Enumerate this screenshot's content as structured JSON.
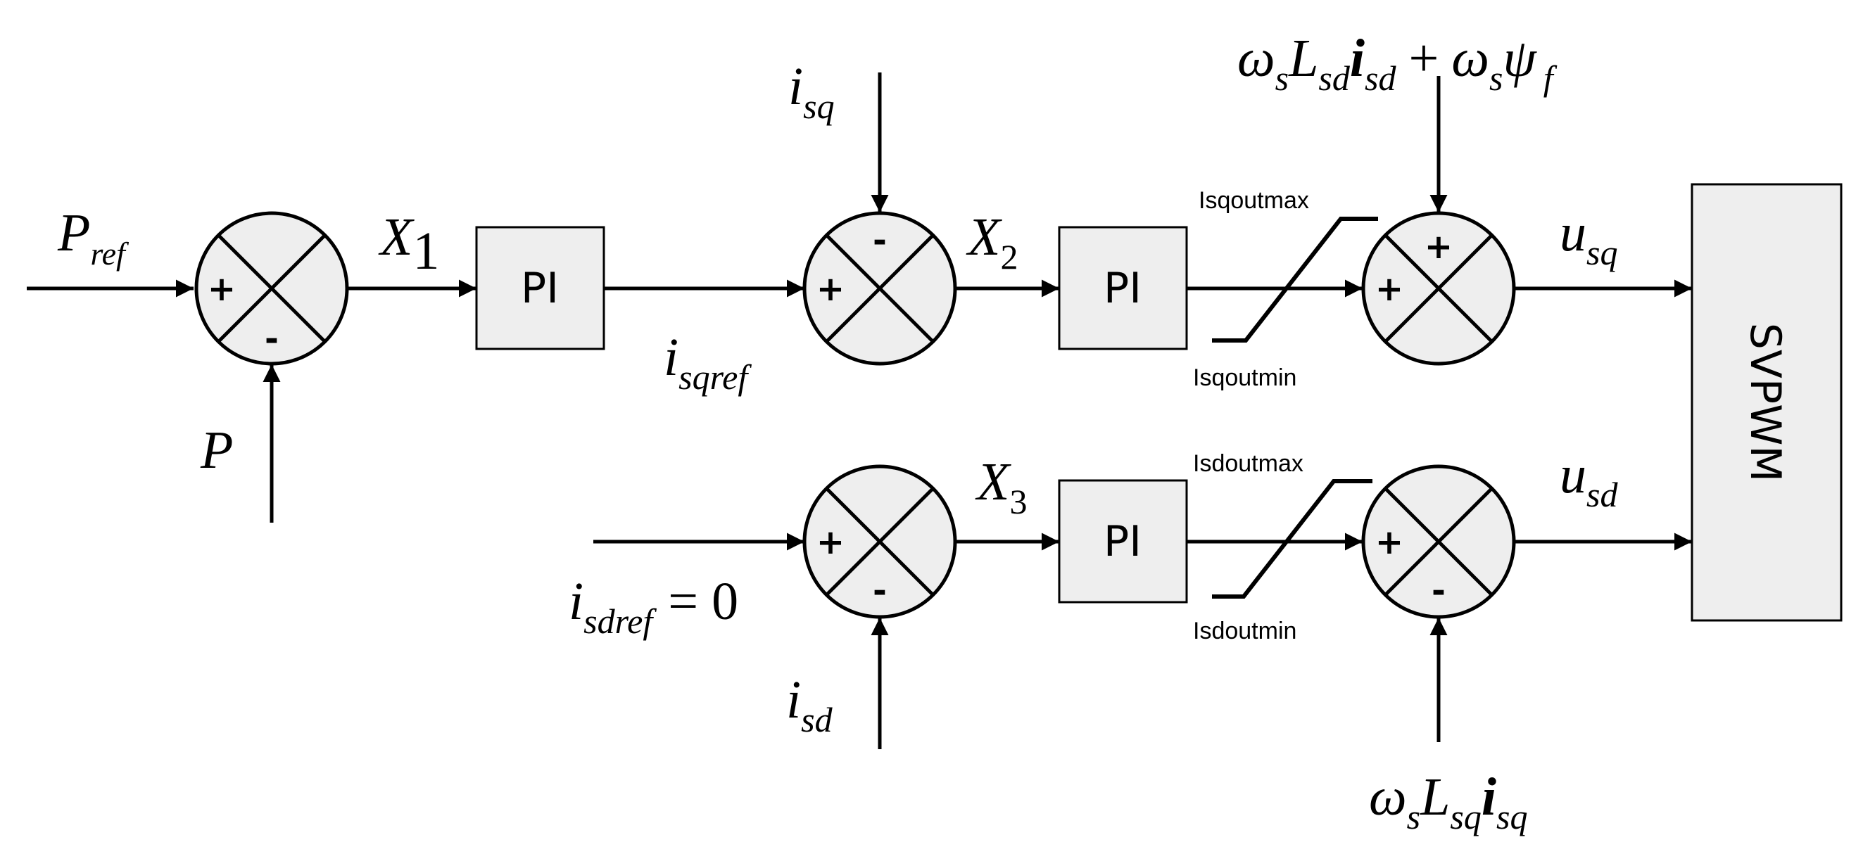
{
  "blocks": {
    "pi1": "PI",
    "pi2": "PI",
    "pi3": "PI",
    "svpwm": "SVPWM"
  },
  "signs": {
    "sum1_left": "+",
    "sum1_bottom": "-",
    "sum2_top": "-",
    "sum2_left": "+",
    "sum3_left": "+",
    "sum3_bottom": "-",
    "sum4_top": "+",
    "sum4_left": "+",
    "sum5_left": "+",
    "sum5_bottom": "-"
  },
  "saturation": {
    "q_max": "Isqoutmax",
    "q_min": "Isqoutmin",
    "d_max": "Isdoutmax",
    "d_min": "Isdoutmin"
  },
  "signals": {
    "p_ref": {
      "base": "P",
      "sub": "ref"
    },
    "p": "P",
    "x1": {
      "base": "X",
      "sub": "1"
    },
    "i_sqref": {
      "base": "i",
      "sub": "sqref"
    },
    "i_sq": {
      "base": "i",
      "sub": "sq"
    },
    "x2": {
      "base": "X",
      "sub": "2"
    },
    "ff_q": {
      "w": "ω",
      "s1": "s",
      "L": "L",
      "s2": "sd",
      "i": "i",
      "s3": "sd",
      "plus": "+",
      "w2": "ω",
      "s4": "s",
      "psi": "ψ",
      "s5": "f"
    },
    "u_sq": {
      "base": "u",
      "sub": "sq"
    },
    "x3": {
      "base": "X",
      "sub": "3"
    },
    "i_sdref": {
      "base": "i",
      "sub": "sdref",
      "eq": "= 0"
    },
    "i_sd": {
      "base": "i",
      "sub": "sd"
    },
    "u_sd": {
      "base": "u",
      "sub": "sd"
    },
    "ff_d": {
      "w": "ω",
      "s1": "s",
      "L": "L",
      "s2": "sq",
      "i": "i",
      "s3": "sq"
    }
  }
}
